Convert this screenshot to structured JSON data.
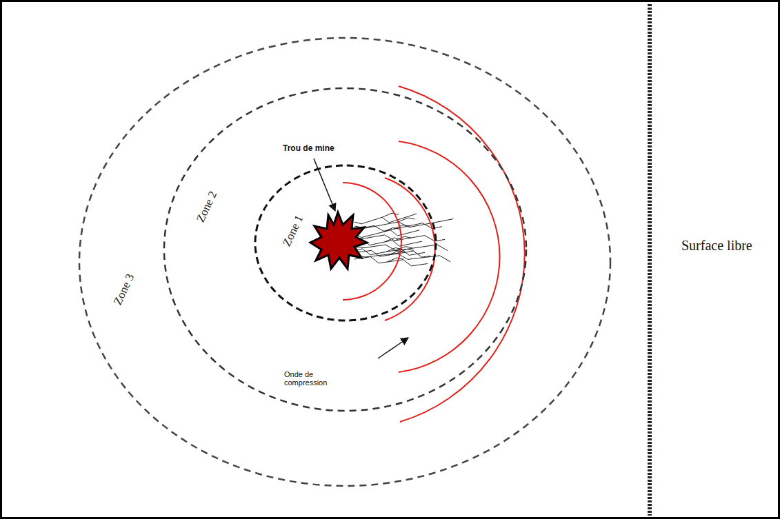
{
  "diagram": {
    "nodes": [
      {
        "text": [
          "Zone 3"
        ]
      },
      {
        "text": [
          "Zone 2"
        ],
        "in": 0
      },
      {
        "text": [
          "Zone 1"
        ],
        "in": 1
      }
    ],
    "labels": [
      "Trou de mine",
      "Onde de compression",
      "Surface libre"
    ]
  }
}
